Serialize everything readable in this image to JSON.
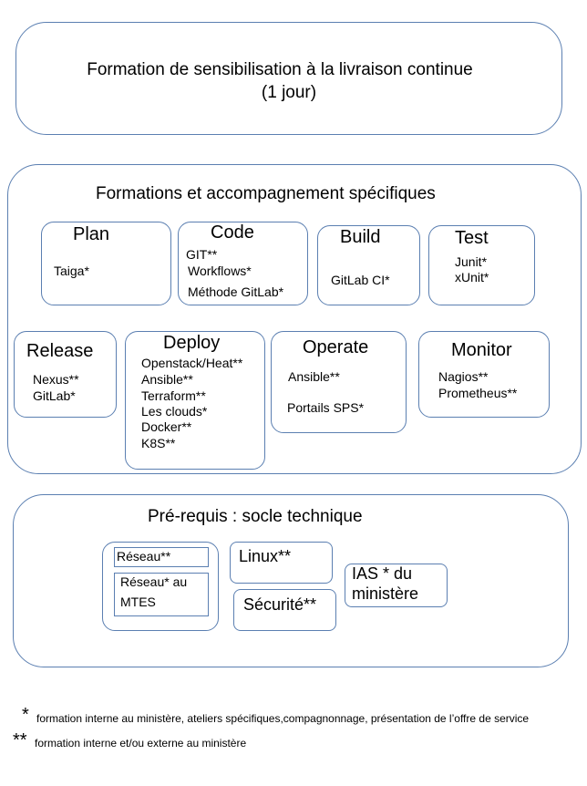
{
  "header": {
    "line1": "Formation de sensibilisation à la livraison continue",
    "line2": "(1 jour)"
  },
  "specific": {
    "title": "Formations et accompagnement spécifiques",
    "plan": {
      "title": "Plan",
      "items": [
        "Taiga*"
      ]
    },
    "code": {
      "title": "Code",
      "items": [
        "GIT**",
        "Workflows*",
        "Méthode GitLab*"
      ]
    },
    "build": {
      "title": "Build",
      "items": [
        "GitLab CI*"
      ]
    },
    "test": {
      "title": "Test",
      "items": [
        "Junit*",
        "xUnit*"
      ]
    },
    "release": {
      "title": "Release",
      "items": [
        "Nexus**",
        "GitLab*"
      ]
    },
    "deploy": {
      "title": "Deploy",
      "items": [
        "Openstack/Heat**",
        "Ansible**",
        "Terraform**",
        "Les clouds*",
        "Docker**",
        "K8S**"
      ]
    },
    "operate": {
      "title": "Operate",
      "items": [
        "Ansible**",
        "Portails SPS*"
      ]
    },
    "monitor": {
      "title": "Monitor",
      "items": [
        "Nagios**",
        "Prometheus**"
      ]
    }
  },
  "prereq": {
    "title": "Pré-requis : socle technique",
    "reseau1": "Réseau**",
    "reseau2_line1": "Réseau* au",
    "reseau2_line2": "MTES",
    "linux": "Linux**",
    "securite": "Sécurité**",
    "ias_line1": "IAS * du",
    "ias_line2": "ministère"
  },
  "legend": {
    "single_star": "*",
    "single_text": "formation interne au ministère, ateliers spécifiques,compagnonnage, présentation de l’offre de service",
    "double_star": "**",
    "double_text": "formation interne et/ou externe au ministère"
  }
}
